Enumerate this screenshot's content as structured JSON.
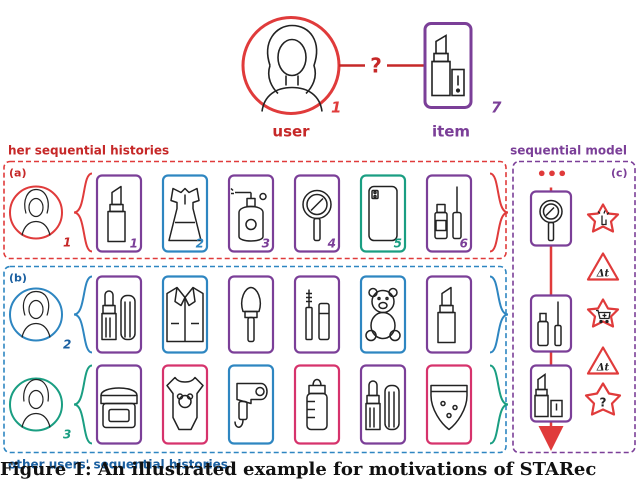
{
  "top": {
    "user_label": "user",
    "user_number": "1",
    "question_mark": "?",
    "item_label": "item",
    "item_number": "7"
  },
  "section_labels": {
    "her_histories": "her sequential histories",
    "sequential_model": "sequential model",
    "other_histories": "other users' sequential histories"
  },
  "panel_a": {
    "tag": "(a)",
    "user_number": "1",
    "items": [
      {
        "icon": "lipstick-icon",
        "number": "1",
        "color": "#7B3F98"
      },
      {
        "icon": "dress-icon",
        "number": "2",
        "color": "#2E86C1"
      },
      {
        "icon": "perfume-icon",
        "number": "3",
        "color": "#7B3F98"
      },
      {
        "icon": "hand-mirror-icon",
        "number": "4",
        "color": "#7B3F98"
      },
      {
        "icon": "phone-icon",
        "number": "5",
        "color": "#1A9E82"
      },
      {
        "icon": "lip-gloss-icon",
        "number": "6",
        "color": "#7B3F98"
      }
    ]
  },
  "panel_b": {
    "tag": "(b)",
    "user2_number": "2",
    "user3_number": "3",
    "row2_items": [
      {
        "icon": "lipstick-pair-icon",
        "color": "#7B3F98"
      },
      {
        "icon": "blazer-icon",
        "color": "#2E86C1"
      },
      {
        "icon": "makeup-brush-icon",
        "color": "#7B3F98"
      },
      {
        "icon": "mascara-icon",
        "color": "#7B3F98"
      },
      {
        "icon": "teddy-bear-icon",
        "color": "#2E86C1"
      },
      {
        "icon": "lipstick-icon",
        "color": "#7B3F98"
      }
    ],
    "row3_items": [
      {
        "icon": "cream-jar-icon",
        "color": "#7B3F98"
      },
      {
        "icon": "baby-onesie-icon",
        "color": "#D6336C"
      },
      {
        "icon": "hair-dryer-icon",
        "color": "#2E86C1"
      },
      {
        "icon": "baby-bottle-icon",
        "color": "#D6336C"
      },
      {
        "icon": "lipstick-pair-icon",
        "color": "#7B3F98"
      },
      {
        "icon": "diaper-icon",
        "color": "#D6336C"
      }
    ]
  },
  "panel_c": {
    "tag": "(c)",
    "dots": "•••",
    "delta_t": "Δt",
    "question_mark": "?"
  },
  "caption": "Figure 1: An illustrated example for motivations of STARec",
  "colors": {
    "purple": "#7B3F98",
    "blue": "#2E86C1",
    "green": "#1A9E82",
    "pink": "#D6336C",
    "red": "#E03B3B",
    "label_red": "#C62828"
  }
}
